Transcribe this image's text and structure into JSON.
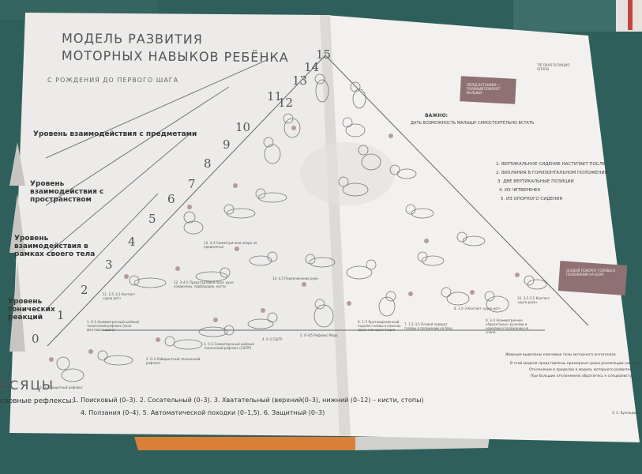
{
  "poster": {
    "title_line1": "МОДЕЛЬ РАЗВИТИЯ",
    "title_line2": "МОТОРНЫХ НАВЫКОВ РЕБЁНКА",
    "subtitle": "С РОЖДЕНИЯ ДО ПЕРВОГО ШАГА",
    "levels": [
      "Уровень взаимодействия с предметами",
      "Уровень взаимодействия с пространством",
      "Уровень взаимодействия в рамках своего тела",
      "Уровень тонических реакций"
    ],
    "months_label": "ЕСЯЦЫ",
    "reflexes_label": "словные рефлексы:",
    "reflexes_line1": "1. Поисковый (0–3). 2. Сосательный (0–3). 3. Хватательный (верхний(0–3), нижний (0–12) – кисти, стопы)",
    "reflexes_line2": "4. Ползания (0–4). 5. Автоматической походки (0–1,5). 6. Защитный (0–3)",
    "step_numbers": [
      "0",
      "1",
      "2",
      "3",
      "4",
      "5",
      "6",
      "7",
      "8",
      "9",
      "10",
      "11",
      "12",
      "13",
      "14",
      "15"
    ],
    "captions": [
      "0. 0–3 Защитный рефлекс",
      "1. 0–3 Асимметричный шейный тонический рефлекс (поза фехтовальщика)",
      "2. 0–3 Лабиринтный тонический рефлекс",
      "3. 0–3 Симметричный шейный тонический рефлекс (СШТР)",
      "4. 0–3 СШТР",
      "5. 0–4/5 Рефлекс Моро",
      "6. 1–5 Кратковременный подъём головы в поисках звука или ориентации",
      "7. 1,5–3,5 Осевой поворот головы в положении на боку",
      "8. 1,5–3 Контакт «рука-рот»",
      "9. 3–5 Асимметричное «барахтанье» ручками и ножками в положении на спине",
      "10. 3,5–5,5 Контакт «рука-рука»",
      "11. 2,5–3,5 Контакт «руки рот»",
      "12. 3–4,5 Предстартовая поза: руки соединены, подбородок, кисти",
      "13. 3–4 Симметричная опора на предплечья",
      "14. 4,5 Переключение руки"
    ],
    "right_boxes": [
      "ПЕРЕД ВСТАНИЕМ — ПЛАВНЫЙ ПОВОРОТ МАЛЫША",
      "ОСЕВОЙ ПОВОРОТ ГОЛОВЫ В ПОЛОЖЕНИИ НА БОКУ"
    ],
    "right_header": "ТЯГОВАЯ ПОЗИЦИЯ ОПОРЫ",
    "important_label": "ВАЖНО:",
    "important_text": "ДАТЬ ВОЗМОЖНОСТЬ МАЛЫШУ САМОСТОЯТЕЛЬНО ВСТАТЬ",
    "rules": [
      "1. ВЕРТИКАЛЬНОЕ СИДЕНИЕ НАСТУПАЕТ ПОСЛЕ",
      "2. ВИХЛЯНИЯ В ГОРИЗОНТАЛЬНОМ ПОЛОЖЕНИИ",
      "3. ДВЕ ВЕРТИКАЛЬНЫЕ ПОЗИЦИИ",
      "4. ИЗ ЧЕТВЕРЕНЕК",
      "5. ИЗ ОПОРНОГО СИДЕНИЯ"
    ],
    "footer_note1": "Жирным выделены ключевые позы моторного онтогенеза",
    "footer_note2": "В этой модели представлены примерные сроки реализации навыков",
    "footer_note3": "Отклонение в пределах в модель моторного развития",
    "footer_note4": "При больших отклонениях обратитесь к специалисту",
    "author": "Э. С. Кузнецова"
  },
  "colors": {
    "paper": "#efecea",
    "ink": "#444444",
    "accent_box": "#8f7173",
    "bg_cloth": "#2f5f5a"
  }
}
